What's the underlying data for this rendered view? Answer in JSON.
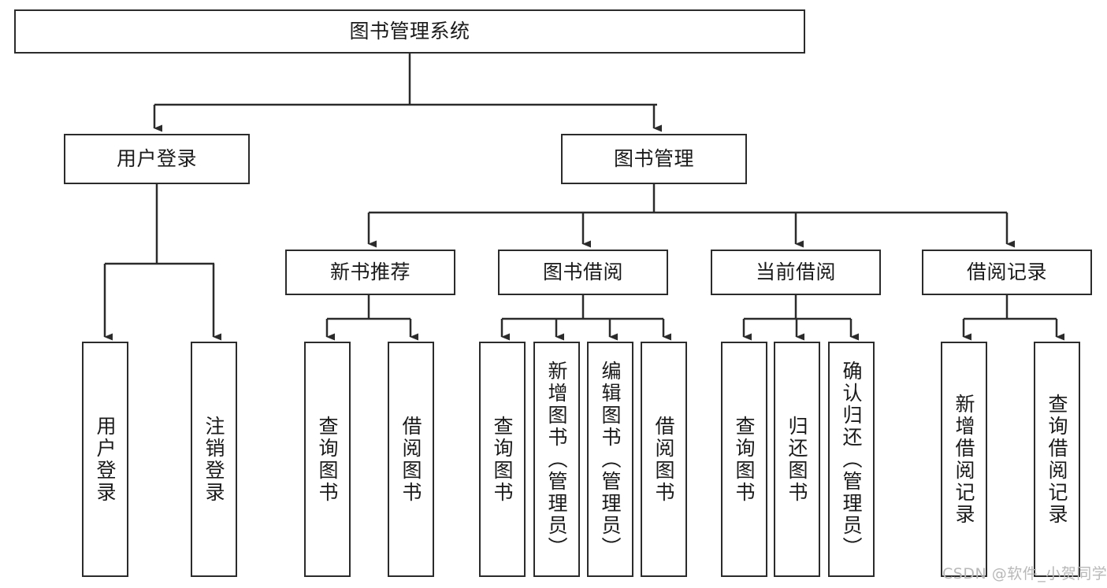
{
  "diagram": {
    "title": "图书管理系统",
    "type": "tree-hierarchy-chart",
    "root": {
      "id": "root",
      "label": "图书管理系统"
    },
    "level2": [
      {
        "id": "user-login",
        "label": "用户登录"
      },
      {
        "id": "book-management",
        "label": "图书管理"
      }
    ],
    "level3": [
      {
        "id": "new-book-recommend",
        "label": "新书推荐",
        "parent": "book-management"
      },
      {
        "id": "book-borrow",
        "label": "图书借阅",
        "parent": "book-management"
      },
      {
        "id": "current-borrow",
        "label": "当前借阅",
        "parent": "book-management"
      },
      {
        "id": "borrow-record",
        "label": "借阅记录",
        "parent": "book-management"
      }
    ],
    "leaves": {
      "user_login": [
        {
          "id": "leaf-user-login",
          "label": "用户登录"
        },
        {
          "id": "leaf-user-logout",
          "label": "注销登录"
        }
      ],
      "new_book_recommend": [
        {
          "id": "leaf-query-book-1",
          "label": "查询图书"
        },
        {
          "id": "leaf-borrow-book-1",
          "label": "借阅图书"
        }
      ],
      "book_borrow": [
        {
          "id": "leaf-query-book-2",
          "label": "查询图书"
        },
        {
          "id": "leaf-add-book",
          "label": "新增图书（管理员）"
        },
        {
          "id": "leaf-edit-book",
          "label": "编辑图书（管理员）"
        },
        {
          "id": "leaf-borrow-book-2",
          "label": "借阅图书"
        }
      ],
      "current_borrow": [
        {
          "id": "leaf-query-book-3",
          "label": "查询图书"
        },
        {
          "id": "leaf-return-book",
          "label": "归还图书"
        },
        {
          "id": "leaf-confirm-return",
          "label": "确认归还（管理员）"
        }
      ],
      "borrow_record": [
        {
          "id": "leaf-add-record",
          "label": "新增借阅记录"
        },
        {
          "id": "leaf-query-record",
          "label": "查询借阅记录"
        }
      ]
    }
  },
  "watermark": {
    "text": "CSDN @软件_小贺同学"
  },
  "colors": {
    "stroke": "#2b2b2b",
    "background": "#ffffff",
    "text": "#1a1a1a",
    "watermark": "#b8b8b8"
  }
}
